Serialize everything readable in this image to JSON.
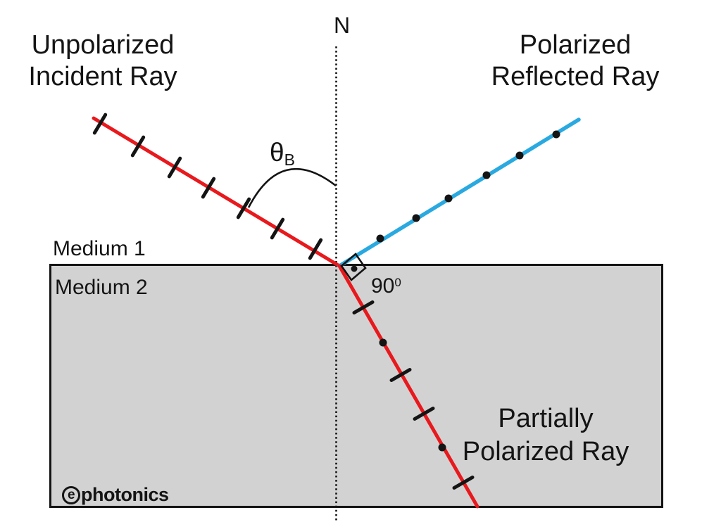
{
  "colors": {
    "ray_red": "#e8191d",
    "ray_blue": "#2aa9e0",
    "medium_fill": "#d2d2d2",
    "ink": "#141414"
  },
  "labels": {
    "normal": "N",
    "incident_line1": "Unpolarized",
    "incident_line2": "Incident Ray",
    "reflected_line1": "Polarized",
    "reflected_line2": "Reflected Ray",
    "refracted_line1": "Partially",
    "refracted_line2": "Polarized Ray",
    "medium1": "Medium 1",
    "medium2": "Medium 2",
    "brewster_symbol": "θ",
    "brewster_subscript": "B",
    "right_angle": "90",
    "right_angle_superscript": "0"
  },
  "branding": {
    "logo_initial": "e",
    "logo_rest": "photonics"
  }
}
